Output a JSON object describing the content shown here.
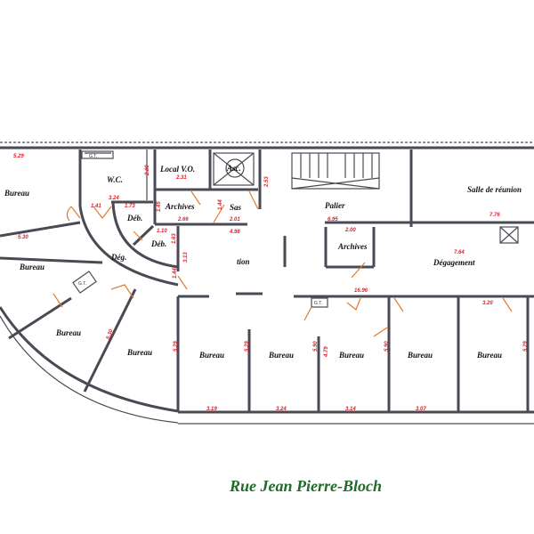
{
  "plan": {
    "rooms": {
      "bureau_top_left": "Bureau",
      "wc": "W.C.",
      "local_vo": "Local V.O.",
      "asc": "Asc.",
      "archives_top": "Archives",
      "sas": "Sas",
      "deb1": "Déb.",
      "deb2": "Déb.",
      "deg": "Dég.",
      "reception_partial": "tion",
      "palier": "Palier",
      "salle_reunion": "Salle de réunion",
      "archives_mid": "Archives",
      "degagement": "Dégagement",
      "bureau_left": "Bureau",
      "bureau_curve1": "Bureau",
      "bureau_curve2": "Bureau",
      "bureau_1": "Bureau",
      "bureau_2": "Bureau",
      "bureau_3": "Bureau",
      "bureau_4": "Bureau",
      "bureau_5": "Bureau",
      "gt1": "G.T.",
      "gt2": "G.T.",
      "gt3": "G.T."
    },
    "dimensions": {
      "d529": "5.29",
      "d280": "2.80",
      "d324": "3.24",
      "d141": "1.41",
      "d173": "1.73",
      "d145": "1.45",
      "d266": "2.66",
      "d144": "1.44",
      "d201": "2.01",
      "d498": "4.98",
      "d110": "1.10",
      "d163": "1.63",
      "d313": "3.13",
      "d144b": "1.44",
      "d253": "2.53",
      "d530": "5.30",
      "d231": "2.31",
      "d695": "6.95",
      "d200": "2.00",
      "d776": "7.76",
      "d764": "7.64",
      "d1696": "16.96",
      "d320": "3.20",
      "d530b": "5.30",
      "d529b": "5.29",
      "d529c": "5.29",
      "d590": "5.90",
      "d479": "4.79",
      "d590b": "5.90",
      "d529d": "5.29",
      "d319": "3.19",
      "d324b": "3.24",
      "d314": "3.14",
      "d307": "3.07"
    },
    "street": "Rue  Jean  Pierre-Bloch"
  }
}
